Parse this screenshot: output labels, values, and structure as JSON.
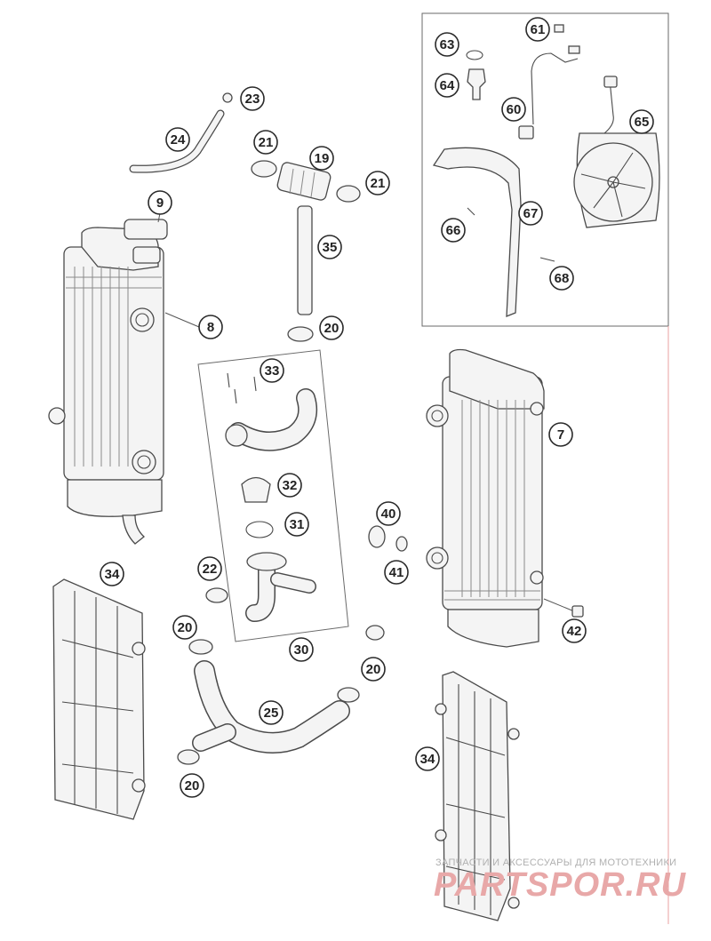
{
  "watermark": {
    "caption": "ЗАПЧАСТИ И АКСЕССУАРЫ ДЛЯ МОТОТЕХНИКИ",
    "logo": "PARTSPOR.RU",
    "logo_color": "#e8a8a8"
  },
  "callouts": [
    {
      "id": "c-63",
      "label": "63"
    },
    {
      "id": "c-61",
      "label": "61"
    },
    {
      "id": "c-64",
      "label": "64"
    },
    {
      "id": "c-60",
      "label": "60"
    },
    {
      "id": "c-65",
      "label": "65"
    },
    {
      "id": "c-23",
      "label": "23"
    },
    {
      "id": "c-24",
      "label": "24"
    },
    {
      "id": "c-21a",
      "label": "21"
    },
    {
      "id": "c-19",
      "label": "19"
    },
    {
      "id": "c-21b",
      "label": "21"
    },
    {
      "id": "c-9",
      "label": "9"
    },
    {
      "id": "c-35",
      "label": "35"
    },
    {
      "id": "c-66",
      "label": "66"
    },
    {
      "id": "c-67",
      "label": "67"
    },
    {
      "id": "c-68",
      "label": "68"
    },
    {
      "id": "c-8",
      "label": "8"
    },
    {
      "id": "c-20a",
      "label": "20"
    },
    {
      "id": "c-33",
      "label": "33"
    },
    {
      "id": "c-7",
      "label": "7"
    },
    {
      "id": "c-32",
      "label": "32"
    },
    {
      "id": "c-40",
      "label": "40"
    },
    {
      "id": "c-31",
      "label": "31"
    },
    {
      "id": "c-41",
      "label": "41"
    },
    {
      "id": "c-34a",
      "label": "34"
    },
    {
      "id": "c-22",
      "label": "22"
    },
    {
      "id": "c-42",
      "label": "42"
    },
    {
      "id": "c-20b",
      "label": "20"
    },
    {
      "id": "c-30",
      "label": "30"
    },
    {
      "id": "c-20c",
      "label": "20"
    },
    {
      "id": "c-25",
      "label": "25"
    },
    {
      "id": "c-34b",
      "label": "34"
    },
    {
      "id": "c-20d",
      "label": "20"
    }
  ]
}
